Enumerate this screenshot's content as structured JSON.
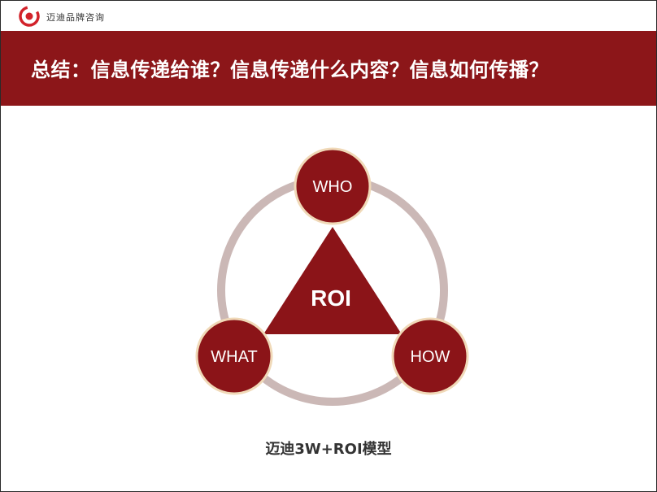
{
  "header": {
    "brand_name": "迈迪品牌咨询",
    "logo_icon": "swirl-logo-icon",
    "brand_color": "#d2222a"
  },
  "banner": {
    "title": "总结：信息传递给谁？信息传递什么内容？信息如何传播？",
    "background": "#8c1619"
  },
  "diagram": {
    "center_label": "ROI",
    "nodes": [
      {
        "key": "who",
        "label": "WHO"
      },
      {
        "key": "what",
        "label": "WHAT"
      },
      {
        "key": "how",
        "label": "HOW"
      }
    ],
    "caption": "迈迪3W+ROI模型",
    "colors": {
      "node_fill": "#8b1418",
      "triangle_fill": "#8b1418",
      "ring": "#cbb8b6",
      "node_stroke": "#f0d9b8"
    }
  }
}
